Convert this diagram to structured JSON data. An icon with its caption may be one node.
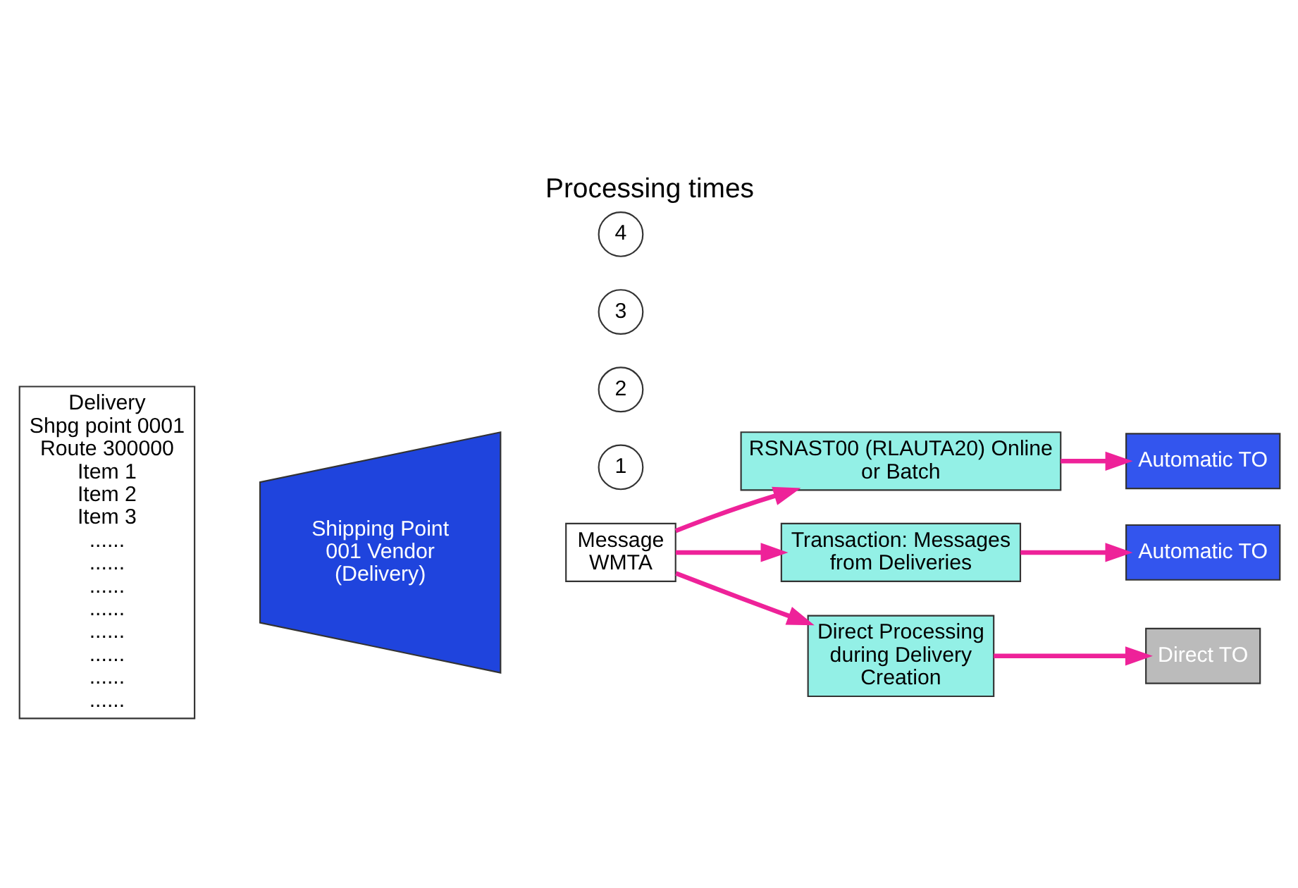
{
  "diagram": {
    "title": "Processing times",
    "nodes": [
      {
        "text": [
          "Delivery",
          "Shpg point 0001",
          "Route 300000",
          "Item 1",
          "Item 2",
          "Item 3",
          "......",
          "......",
          "......",
          "......",
          "......",
          "......",
          "......",
          "......"
        ]
      },
      {
        "text": [
          "Shipping Point 001 Vendor (Delivery)"
        ]
      },
      {
        "text": [
          "Message",
          "WMTA"
        ]
      },
      {
        "text": [
          "RSNAST00 (RLAUTA20) Online or Batch"
        ]
      },
      {
        "text": [
          "Transaction: Messages from Deliveries"
        ]
      },
      {
        "text": [
          "Direct Processing during Delivery Creation"
        ]
      },
      {
        "text": [
          "Automatic TO"
        ]
      },
      {
        "text": [
          "Automatic TO"
        ]
      },
      {
        "text": [
          "Direct TO"
        ]
      },
      {
        "text": [
          "1"
        ]
      },
      {
        "text": [
          "2"
        ]
      },
      {
        "text": [
          "3"
        ]
      },
      {
        "text": [
          "4"
        ]
      }
    ],
    "edges": [
      {
        "from": 2,
        "to": 3,
        "arrow": "to"
      },
      {
        "from": 2,
        "to": 4,
        "arrow": "to"
      },
      {
        "from": 2,
        "to": 5,
        "arrow": "to"
      },
      {
        "from": 3,
        "to": 6,
        "arrow": "to"
      },
      {
        "from": 4,
        "to": 7,
        "arrow": "to"
      },
      {
        "from": 5,
        "to": 8,
        "arrow": "to"
      }
    ]
  }
}
